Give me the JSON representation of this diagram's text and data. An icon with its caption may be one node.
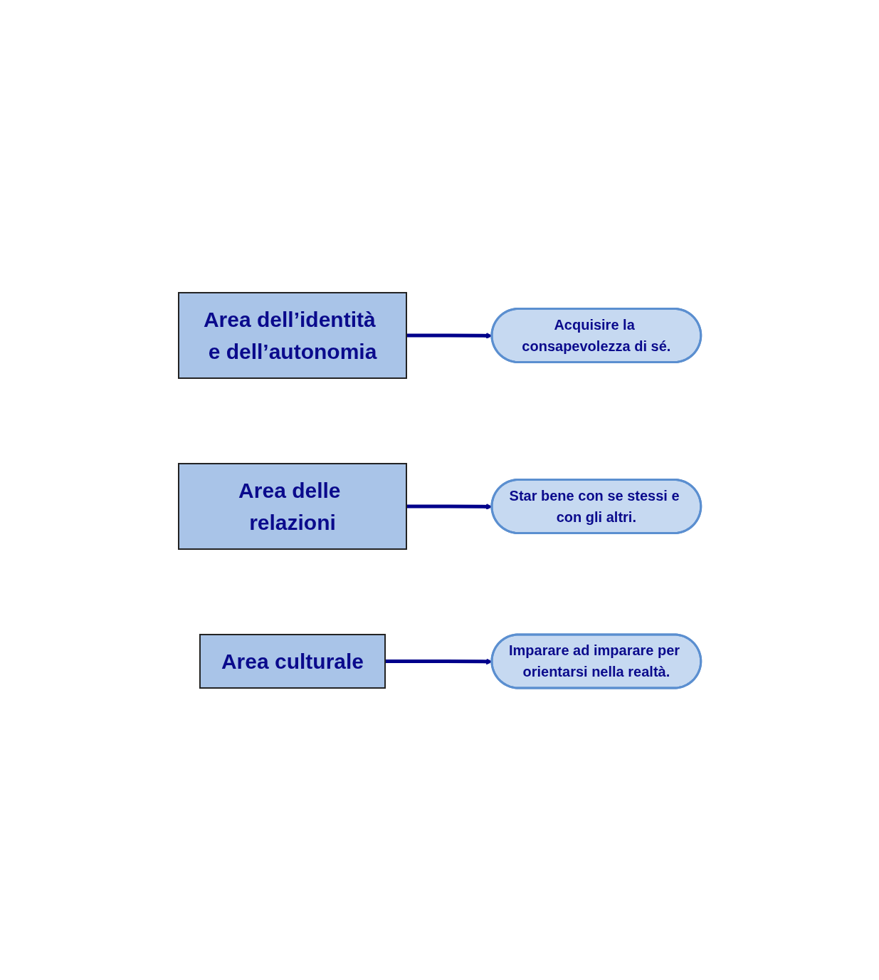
{
  "diagram": {
    "nodes": [
      {
        "text": [
          "Area dell’identità e dell’autonomia"
        ]
      },
      {
        "text": [
          "Acquisire la consapevolezza di sé."
        ]
      },
      {
        "text": [
          "Area delle relazioni"
        ]
      },
      {
        "text": [
          "Star bene con se stessi e con gli altri."
        ]
      },
      {
        "text": [
          "Area culturale"
        ]
      },
      {
        "text": [
          "Imparare ad imparare per orientarsi nella realtà."
        ]
      }
    ],
    "edges": [
      {
        "from": 0,
        "to": 1,
        "arrow": "to"
      },
      {
        "from": 2,
        "to": 3,
        "arrow": "to"
      },
      {
        "from": 4,
        "to": 5,
        "arrow": "to"
      }
    ]
  }
}
